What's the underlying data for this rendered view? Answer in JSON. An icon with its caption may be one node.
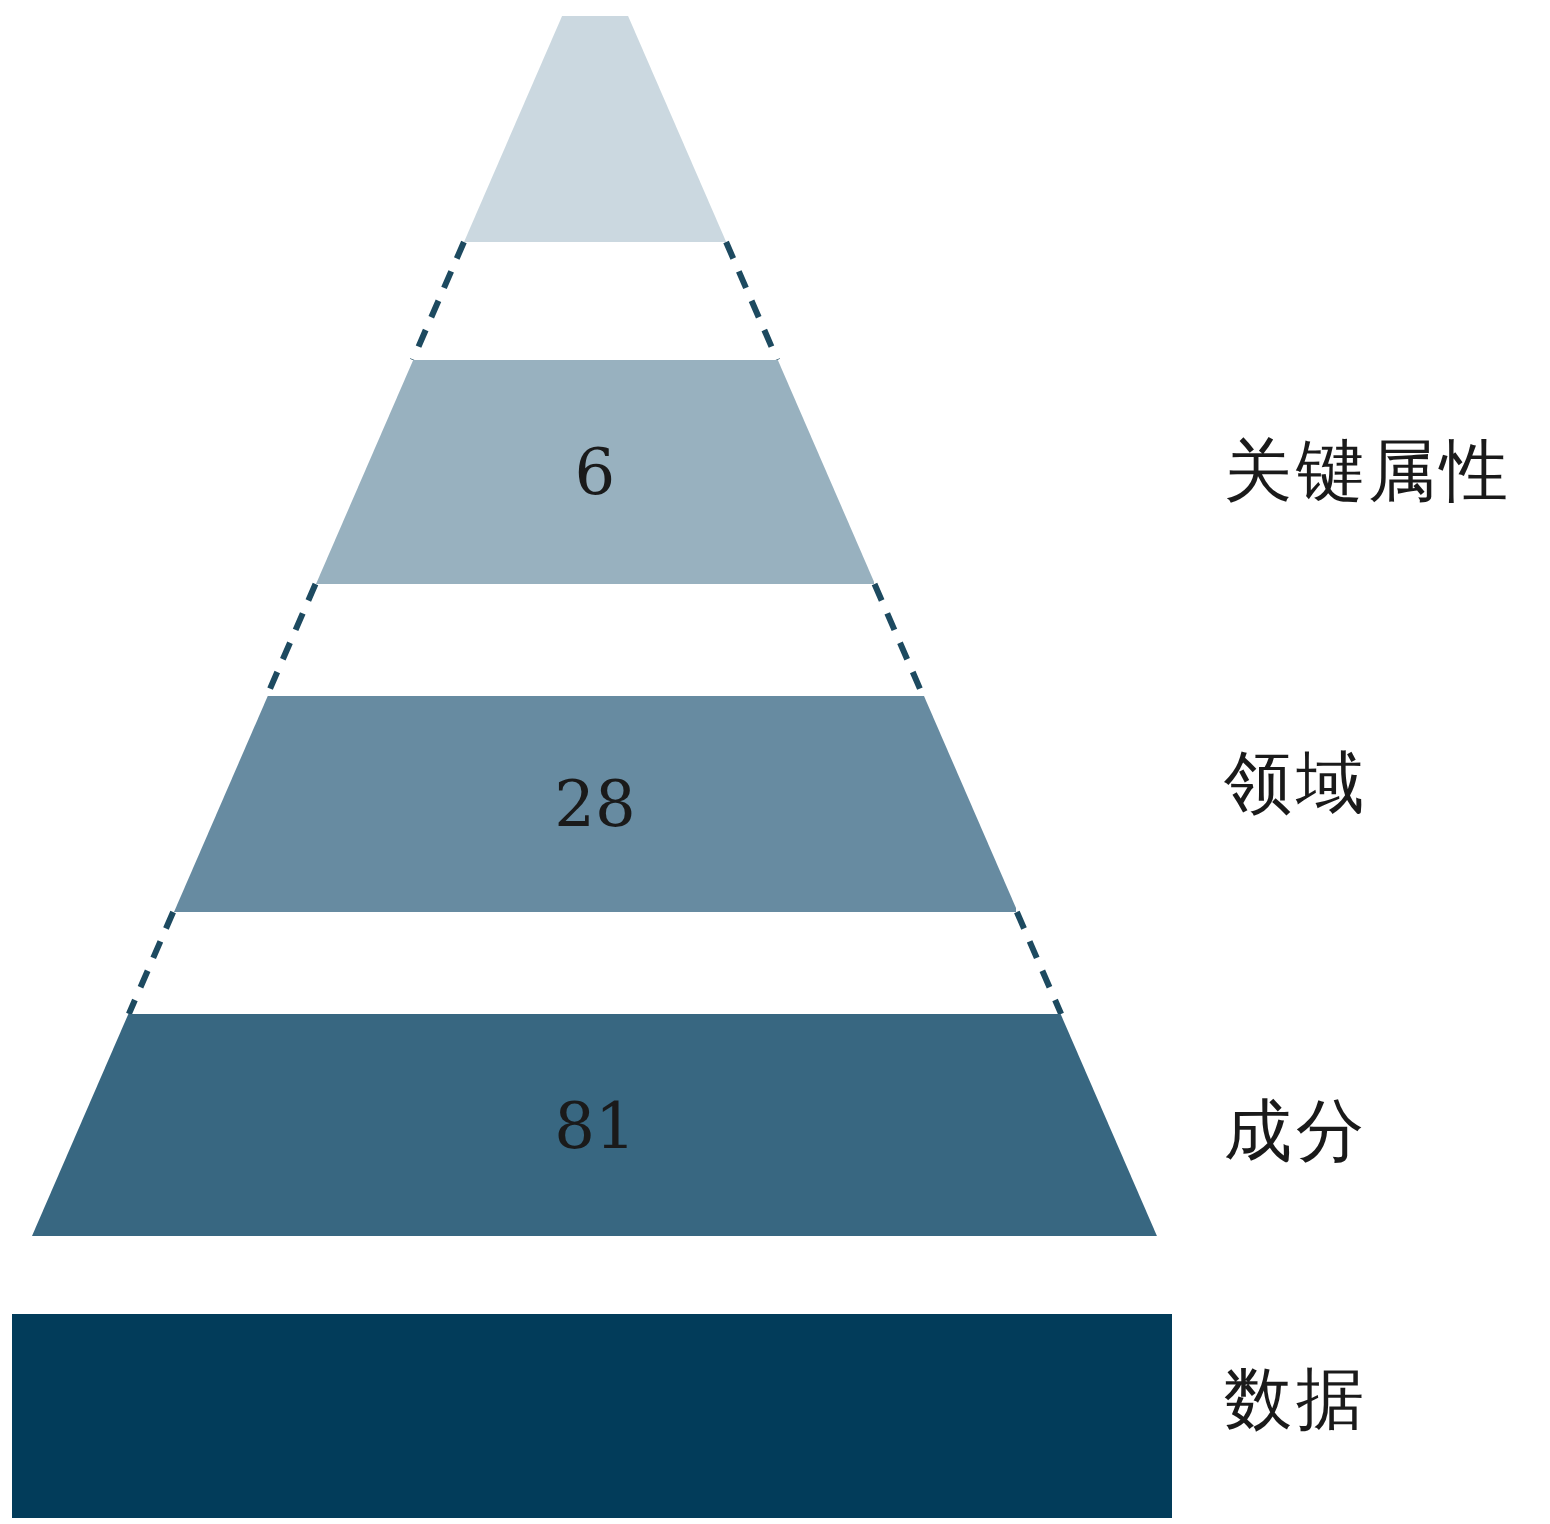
{
  "diagram": {
    "nodes": [
      {
        "text": [],
        "shape": "trapezoid"
      },
      {
        "text": [
          "6"
        ]
      },
      {
        "text": [
          "28"
        ]
      },
      {
        "text": [
          "81"
        ]
      },
      {
        "text": [],
        "shape": "bar"
      }
    ],
    "edges": [
      {
        "from": 0,
        "to": 1,
        "arrow": "none",
        "style": "dashed"
      },
      {
        "from": 0,
        "to": 1,
        "arrow": "none",
        "style": "dashed"
      },
      {
        "from": 1,
        "to": 2,
        "arrow": "none",
        "style": "dashed"
      },
      {
        "from": 1,
        "to": 2,
        "arrow": "none",
        "style": "dashed"
      },
      {
        "from": 2,
        "to": 3,
        "arrow": "none",
        "style": "dashed"
      },
      {
        "from": 2,
        "to": 3,
        "arrow": "none",
        "style": "dashed"
      }
    ],
    "labels": [
      "关键属性",
      "领域",
      "成分",
      "数据"
    ]
  }
}
